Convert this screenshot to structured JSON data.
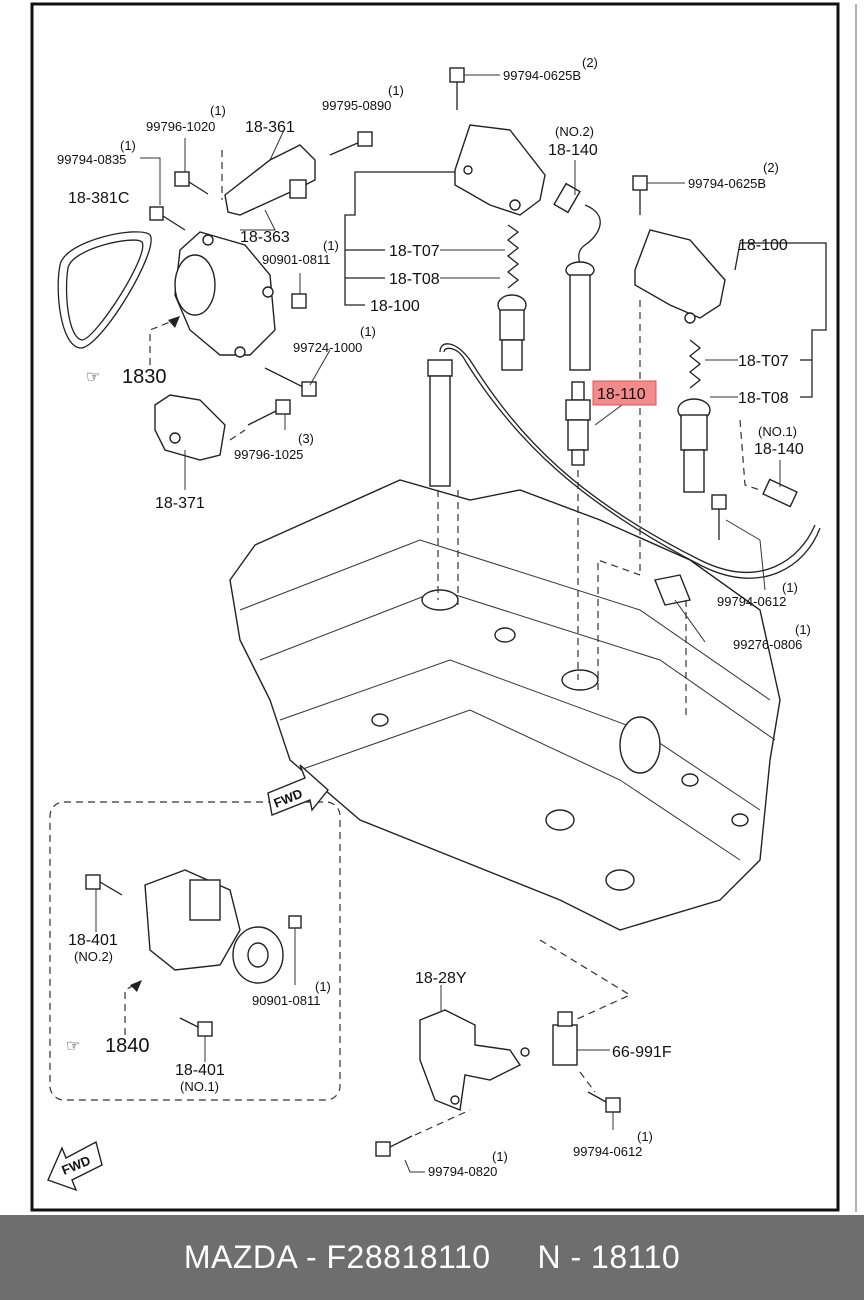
{
  "footer": {
    "text": "MAZDA - F28818110     N - 18110"
  },
  "highlight_color": "#f28b8b",
  "labels": {
    "q1": "(1)",
    "q2": "(2)",
    "q3": "(3)",
    "p99794_0625B": "99794-0625B",
    "p99795_0890": "99795-0890",
    "p99796_1020": "99796-1020",
    "p18_361": "18-361",
    "p99794_0835": "99794-0835",
    "p18_381C": "18-381C",
    "p18_363": "18-363",
    "p90901_0811": "90901-0811",
    "p18_T07": "18-T07",
    "p18_T08": "18-T08",
    "p18_100": "18-100",
    "no2": "(NO.2)",
    "p18_140": "18-140",
    "p1830": "1830",
    "p99724_1000": "99724-1000",
    "p99796_1025": "99796-1025",
    "p18_371": "18-371",
    "p18_110": "18-110",
    "no1": "(NO.1)",
    "p99794_0612": "99794-0612",
    "p99276_0806": "99276-0806",
    "p18_401": "18-401",
    "p1840": "1840",
    "p18_28Y": "18-28Y",
    "p66_991F": "66-991F",
    "p99794_0820": "99794-0820",
    "fwd": "FWD"
  }
}
